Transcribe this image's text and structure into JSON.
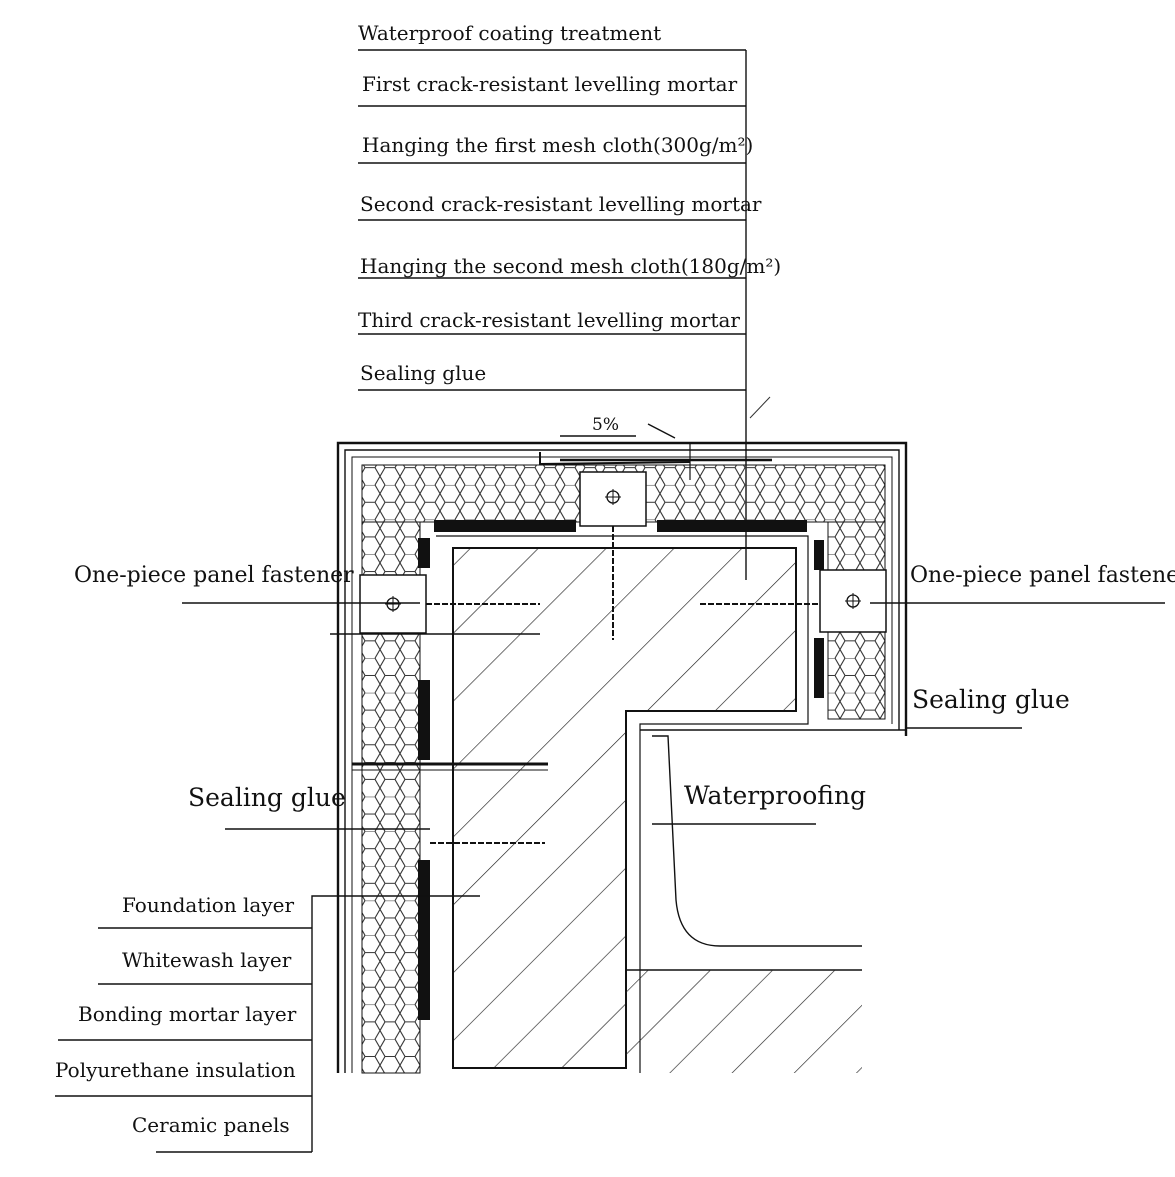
{
  "labels": {
    "top_layers": [
      "Waterproof coating treatment",
      "First crack-resistant levelling mortar",
      "Hanging the first mesh cloth(300g/m²)",
      "Second crack-resistant levelling mortar",
      "Hanging the second mesh cloth(180g/m²)",
      "Third crack-resistant levelling mortar",
      "Sealing glue"
    ],
    "slope": "5%",
    "fastener_left": "One-piece panel fastener",
    "fastener_right": "One-piece panel fastener",
    "sealing_glue_right": "Sealing glue",
    "sealing_glue_left": "Sealing glue",
    "waterproofing": "Waterproofing",
    "bottom_layers": [
      "Foundation layer",
      "Whitewash layer",
      "Bonding mortar layer",
      "Polyurethane insulation",
      "Ceramic panels"
    ]
  },
  "colors": {
    "line": "#111111",
    "concrete_hatch": "#222222",
    "insulation_cell": "#333333",
    "bonding_layer": "#111111"
  }
}
